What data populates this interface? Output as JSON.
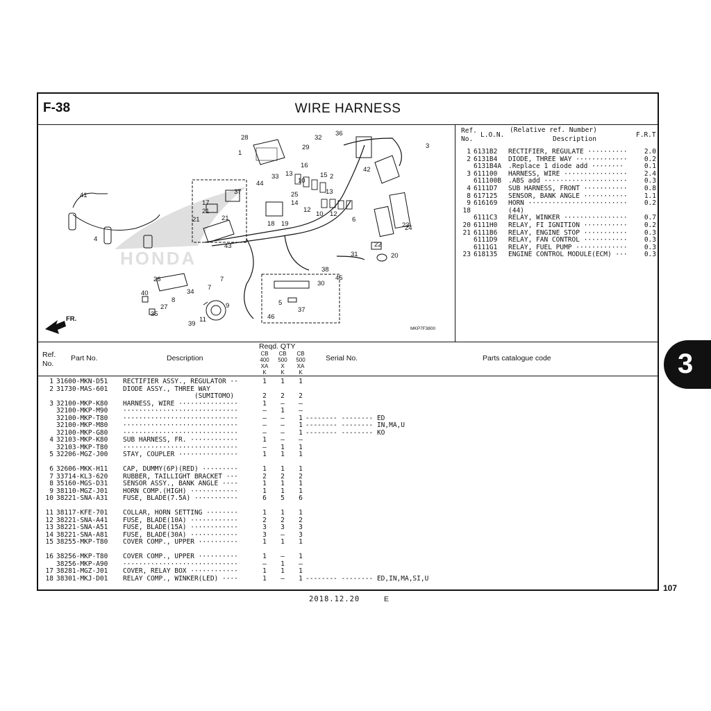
{
  "header": {
    "figure_code": "F-38",
    "title": "WIRE  HARNESS"
  },
  "diagram": {
    "drawing_code": "MKP7F3800",
    "front_arrow_label": "FR.",
    "watermark": "HONDA",
    "callouts": [
      "28",
      "1",
      "32",
      "36",
      "3",
      "29",
      "33",
      "42",
      "13",
      "16",
      "15",
      "10",
      "2",
      "44",
      "37",
      "25",
      "14",
      "12",
      "12",
      "13",
      "17",
      "21",
      "21",
      "21",
      "43",
      "18",
      "19",
      "10",
      "6",
      "23",
      "24",
      "22",
      "20",
      "41",
      "4",
      "31",
      "38",
      "45",
      "30",
      "26",
      "8",
      "34",
      "7",
      "7",
      "40",
      "27",
      "35",
      "9",
      "5",
      "11",
      "39",
      "46",
      "37"
    ]
  },
  "ref_table": {
    "headers": {
      "ref": "Ref.",
      "no": "No.",
      "lon": "L.O.N.",
      "relative": "(Relative ref. Number)",
      "desc": "Description",
      "frt": "F.R.T."
    },
    "rows": [
      {
        "no": "1",
        "lon": "6131B2",
        "desc": "RECTIFIER, REGULATE ··········",
        "frt": "2.0"
      },
      {
        "no": "2",
        "lon": "6131B4",
        "desc": "DIODE, THREE WAY ·············",
        "frt": "0.2"
      },
      {
        "no": "",
        "lon": "6131B4A",
        "desc": ".Replace 1 diode add ········",
        "frt": "0.1"
      },
      {
        "no": "3",
        "lon": "611100",
        "desc": "HARNESS, WIRE ················",
        "frt": "2.4"
      },
      {
        "no": "",
        "lon": "611100B",
        "desc": ".ABS add ·····················",
        "frt": "0.3"
      },
      {
        "no": "4",
        "lon": "6111D7",
        "desc": "SUB HARNESS, FRONT ···········",
        "frt": "0.8"
      },
      {
        "no": "8",
        "lon": "617125",
        "desc": "SENSOR, BANK ANGLE ···········",
        "frt": "1.1"
      },
      {
        "no": "9",
        "lon": "616169",
        "desc": "HORN ·························",
        "frt": "0.2"
      },
      {
        "no": "18",
        "lon": "",
        "desc": "(44)",
        "frt": ""
      },
      {
        "no": "",
        "lon": "6111C3",
        "desc": "RELAY, WINKER ················",
        "frt": "0.7"
      },
      {
        "no": "20",
        "lon": "6111H0",
        "desc": "RELAY, FI IGNITION ···········",
        "frt": "0.2"
      },
      {
        "no": "21",
        "lon": "6111B6",
        "desc": "RELAY, ENGINE STOP ···········",
        "frt": "0.3"
      },
      {
        "no": "",
        "lon": "6111D9",
        "desc": "RELAY, FAN CONTROL ···········",
        "frt": "0.3"
      },
      {
        "no": "",
        "lon": "6111G1",
        "desc": "RELAY, FUEL PUMP ·············",
        "frt": "0.3"
      },
      {
        "no": "23",
        "lon": "618135",
        "desc": "ENGINE CONTROL MODULE(ECM) ···",
        "frt": "0.3"
      }
    ]
  },
  "parts_table": {
    "headers": {
      "ref": "Ref.",
      "no": "No.",
      "part_no": "Part No.",
      "desc": "Description",
      "reqd_qty": "Reqd. QTY",
      "serial": "Serial No.",
      "catalogue": "Parts catalogue code"
    },
    "qty_columns": [
      {
        "l1": "CB",
        "l2": "400",
        "l3": "XA",
        "l4": "K"
      },
      {
        "l1": "CB",
        "l2": "500",
        "l3": "X",
        "l4": "K"
      },
      {
        "l1": "CB",
        "l2": "500",
        "l3": "XA",
        "l4": "K"
      }
    ],
    "rows": [
      {
        "no": "1",
        "pn": "31600-MKN-D51",
        "desc": "RECTIFIER ASSY., REGULATOR ··",
        "q": [
          "1",
          "1",
          "1"
        ],
        "serial": ""
      },
      {
        "no": "2",
        "pn": "31730-MAS-601",
        "desc": "DIODE ASSY., THREE WAY",
        "q": [
          "",
          "",
          ""
        ],
        "serial": ""
      },
      {
        "no": "",
        "pn": "",
        "desc": "                  (SUMITOMO)",
        "q": [
          "2",
          "2",
          "2"
        ],
        "serial": ""
      },
      {
        "no": "3",
        "pn": "32100-MKP-K80",
        "desc": "HARNESS, WIRE ···············",
        "q": [
          "1",
          "–",
          "–"
        ],
        "serial": ""
      },
      {
        "no": "",
        "pn": "32100-MKP-M90",
        "desc": "·····························",
        "q": [
          "–",
          "1",
          "–"
        ],
        "serial": ""
      },
      {
        "no": "",
        "pn": "32100-MKP-T80",
        "desc": "·····························",
        "q": [
          "–",
          "–",
          "1"
        ],
        "serial": "-------- -------- ED"
      },
      {
        "no": "",
        "pn": "32100-MKP-M80",
        "desc": "·····························",
        "q": [
          "–",
          "–",
          "1"
        ],
        "serial": "-------- -------- IN,MA,U"
      },
      {
        "no": "",
        "pn": "32100-MKP-G80",
        "desc": "·····························",
        "q": [
          "–",
          "–",
          "1"
        ],
        "serial": "-------- -------- KO"
      },
      {
        "no": "4",
        "pn": "32103-MKP-K80",
        "desc": "SUB HARNESS, FR. ············",
        "q": [
          "1",
          "–",
          "–"
        ],
        "serial": ""
      },
      {
        "no": "",
        "pn": "32103-MKP-T80",
        "desc": "·····························",
        "q": [
          "–",
          "1",
          "1"
        ],
        "serial": ""
      },
      {
        "no": "5",
        "pn": "32206-MGZ-J00",
        "desc": "STAY, COUPLER ···············",
        "q": [
          "1",
          "1",
          "1"
        ],
        "serial": ""
      },
      {
        "no": "6",
        "pn": "32606-MKK-H11",
        "desc": "CAP, DUMMY(6P)(RED) ·········",
        "q": [
          "1",
          "1",
          "1"
        ],
        "serial": "",
        "gap": true
      },
      {
        "no": "7",
        "pn": "33714-KL3-620",
        "desc": "RUBBER, TAILLIGHT BRACKET ···",
        "q": [
          "2",
          "2",
          "2"
        ],
        "serial": ""
      },
      {
        "no": "8",
        "pn": "35160-MGS-D31",
        "desc": "SENSOR ASSY., BANK ANGLE ····",
        "q": [
          "1",
          "1",
          "1"
        ],
        "serial": ""
      },
      {
        "no": "9",
        "pn": "38110-MGZ-J01",
        "desc": "HORN COMP.(HIGH) ············",
        "q": [
          "1",
          "1",
          "1"
        ],
        "serial": ""
      },
      {
        "no": "10",
        "pn": "38221-SNA-A31",
        "desc": "FUSE, BLADE(7.5A) ···········",
        "q": [
          "6",
          "5",
          "6"
        ],
        "serial": ""
      },
      {
        "no": "11",
        "pn": "38117-KFE-701",
        "desc": "COLLAR, HORN SETTING ········",
        "q": [
          "1",
          "1",
          "1"
        ],
        "serial": "",
        "gap": true
      },
      {
        "no": "12",
        "pn": "38221-SNA-A41",
        "desc": "FUSE, BLADE(10A) ············",
        "q": [
          "2",
          "2",
          "2"
        ],
        "serial": ""
      },
      {
        "no": "13",
        "pn": "38221-SNA-A51",
        "desc": "FUSE, BLADE(15A) ············",
        "q": [
          "3",
          "3",
          "3"
        ],
        "serial": ""
      },
      {
        "no": "14",
        "pn": "38221-SNA-A81",
        "desc": "FUSE, BLADE(30A) ············",
        "q": [
          "3",
          "–",
          "3"
        ],
        "serial": ""
      },
      {
        "no": "15",
        "pn": "38255-MKP-T80",
        "desc": "COVER COMP., UPPER ··········",
        "q": [
          "1",
          "1",
          "1"
        ],
        "serial": ""
      },
      {
        "no": "16",
        "pn": "38256-MKP-T80",
        "desc": "COVER COMP., UPPER ··········",
        "q": [
          "1",
          "–",
          "1"
        ],
        "serial": "",
        "gap": true
      },
      {
        "no": "",
        "pn": "38256-MKP-A90",
        "desc": "·····························",
        "q": [
          "–",
          "1",
          "–"
        ],
        "serial": ""
      },
      {
        "no": "17",
        "pn": "38281-MGZ-J01",
        "desc": "COVER, RELAY BOX ············",
        "q": [
          "1",
          "1",
          "1"
        ],
        "serial": ""
      },
      {
        "no": "18",
        "pn": "38301-MKJ-D01",
        "desc": "RELAY COMP., WINKER(LED) ····",
        "q": [
          "1",
          "–",
          "1"
        ],
        "serial": "-------- -------- ED,IN,MA,SI,U"
      }
    ]
  },
  "side_tab": "3",
  "page_number": "107",
  "footer": {
    "date": "2018.12.20",
    "code": "E"
  }
}
